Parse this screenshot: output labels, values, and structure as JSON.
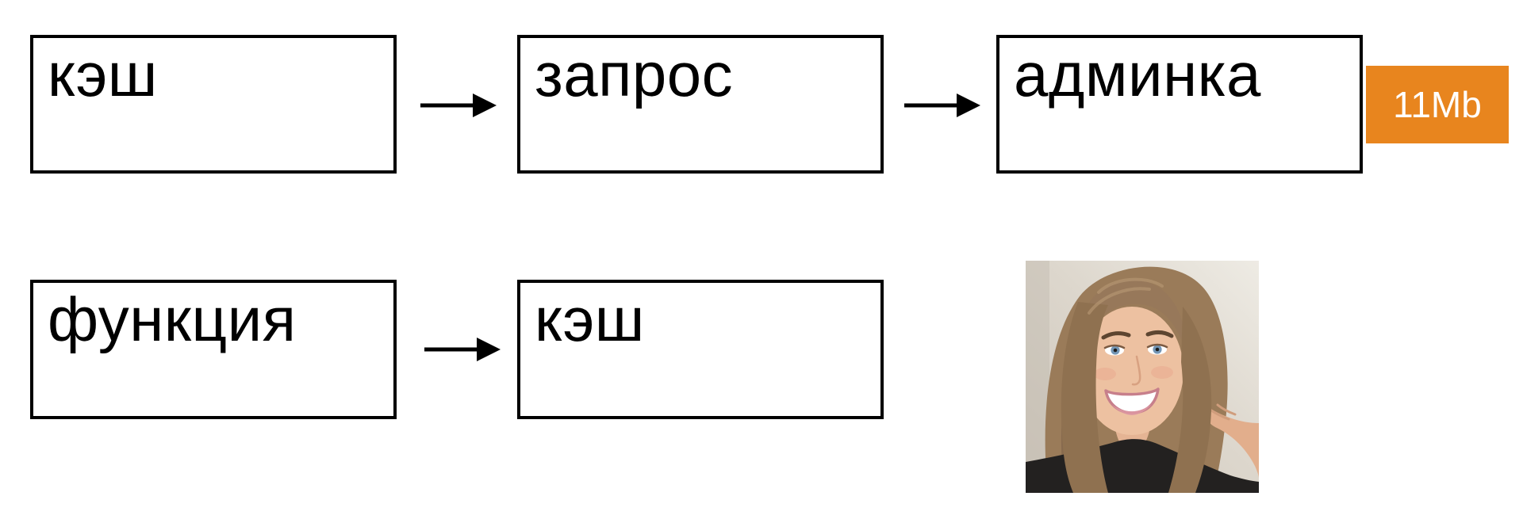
{
  "canvas": {
    "background_color": "#FFFFFF"
  },
  "diagram": {
    "row1": [
      {
        "label": "кэш"
      },
      {
        "label": "запрос"
      },
      {
        "label": "админка"
      }
    ],
    "row2": [
      {
        "label": "функция"
      },
      {
        "label": "кэш"
      }
    ],
    "box_border_color": "#000000",
    "box_text_color": "#000000",
    "arrow_icon": "arrow-right-icon",
    "arrow_color": "#000000"
  },
  "badge": {
    "label": "11Mb",
    "background_color": "#E8851E",
    "text_color": "#FFFFFF"
  },
  "photo": {
    "description": "Square portrait photo of a smiling young woman with long light-brown hair, blue eyes, wearing a dark top, one hand raised behind her head, beige wall background"
  }
}
